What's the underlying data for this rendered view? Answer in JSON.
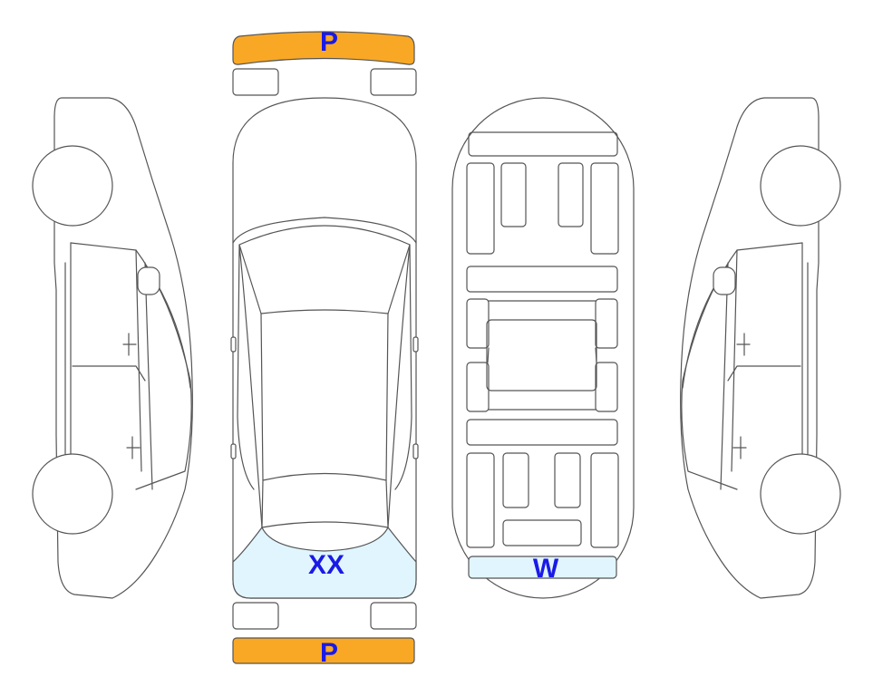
{
  "colors": {
    "outline": "#555555",
    "bumper_fill": "#f9a825",
    "highlight_fill": "#e1f5fe",
    "label_text": "#1a1ae6"
  },
  "marks": {
    "front_bumper": "P",
    "rear_bumper": "P",
    "rear_windshield": "XX",
    "underbody_rear_panel": "W"
  }
}
